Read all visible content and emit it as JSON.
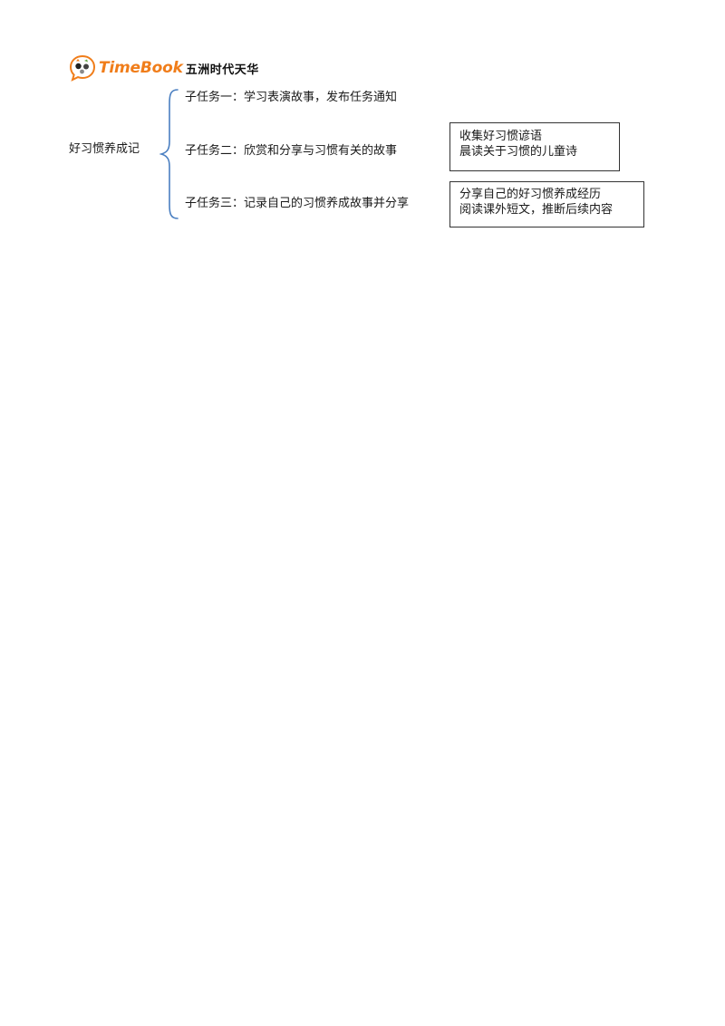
{
  "logo": {
    "brand_en": "TimeBook",
    "brand_cn": "五洲时代天华",
    "brand_color": "#f07d1a"
  },
  "mindmap": {
    "root": "好习惯养成记",
    "brace_color": "#4a7fc1",
    "subtasks": [
      {
        "label": "子任务一：学习表演故事，发布任务通知",
        "activities": []
      },
      {
        "label": "子任务二：欣赏和分享与习惯有关的故事",
        "activities": [
          "收集好习惯谚语",
          "晨读关于习惯的儿童诗"
        ]
      },
      {
        "label": "子任务三：记录自己的习惯养成故事并分享",
        "activities": [
          "分享自己的好习惯养成经历",
          "阅读课外短文，推断后续内容"
        ]
      }
    ]
  }
}
